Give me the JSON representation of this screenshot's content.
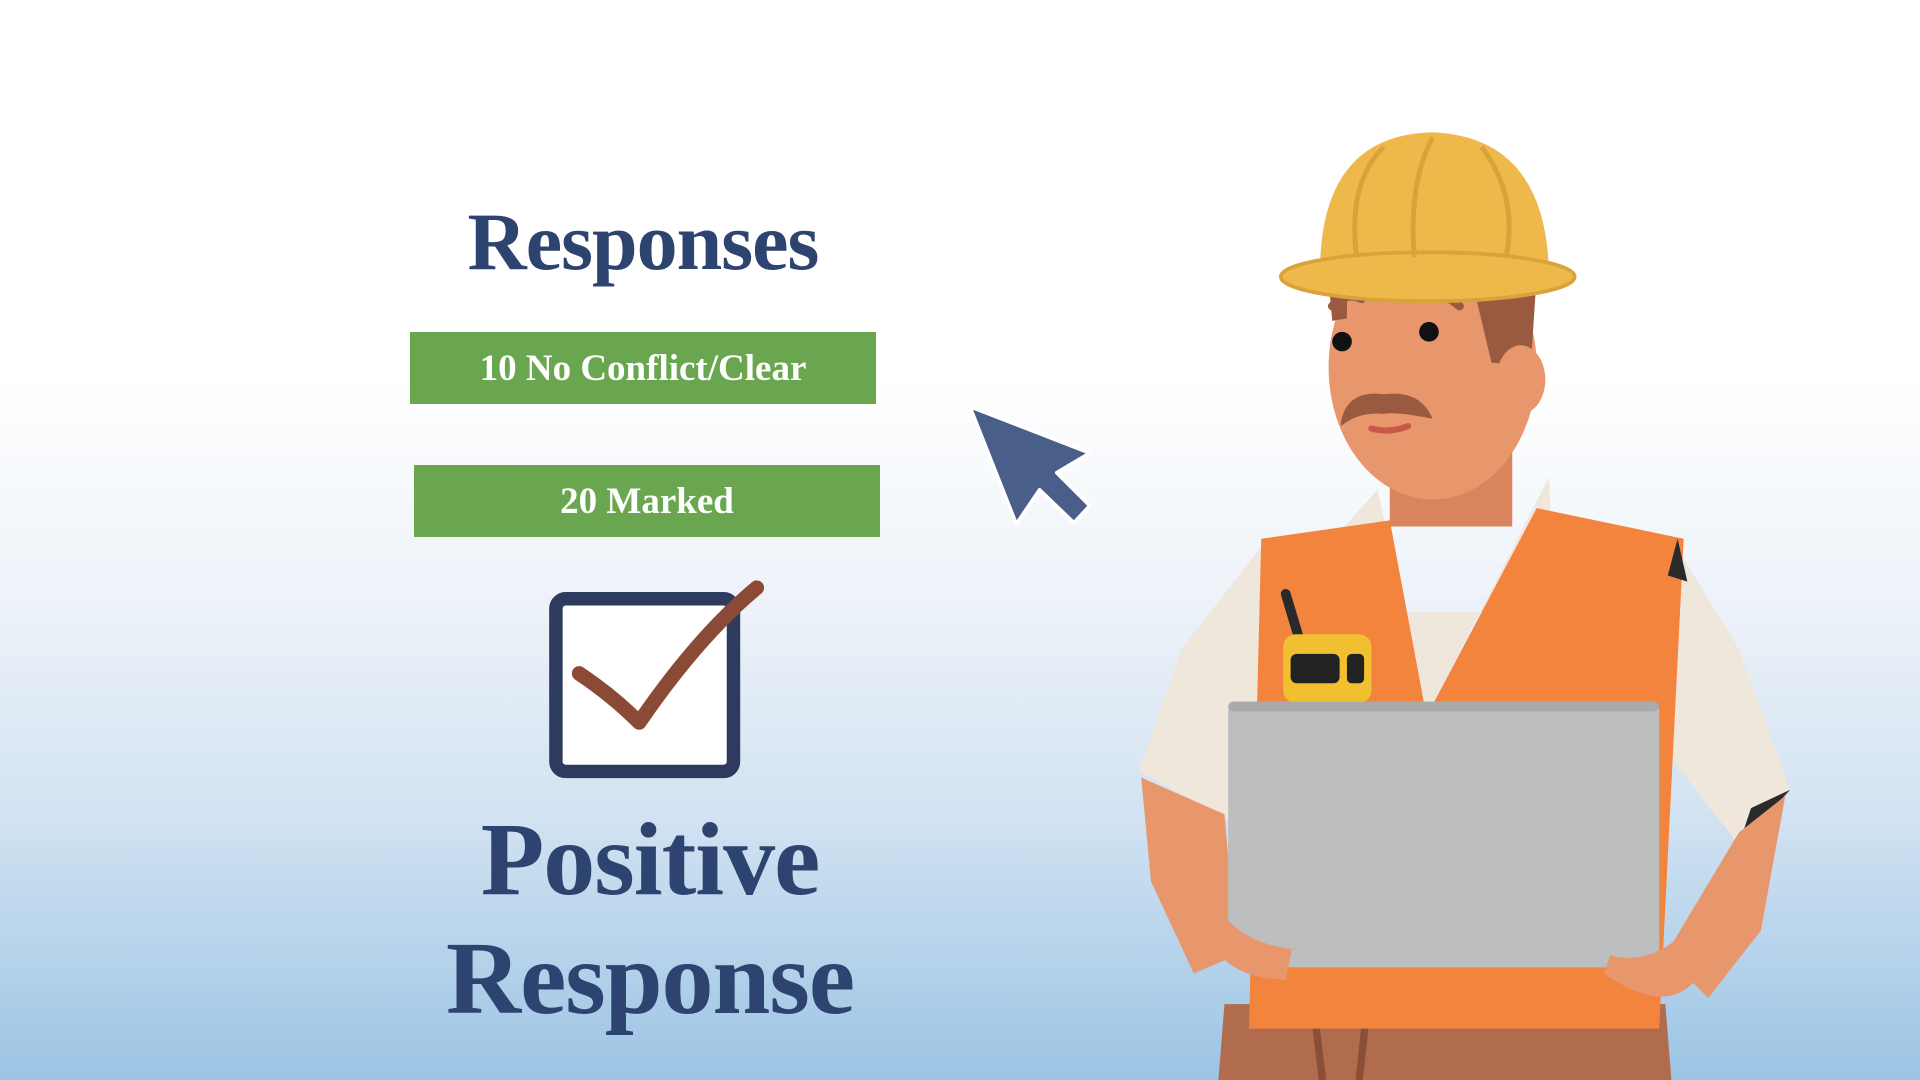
{
  "heading": "Responses",
  "responses": [
    {
      "label": "10 No Conflict/Clear"
    },
    {
      "label": "20 Marked"
    }
  ],
  "result_label": "Positive Response",
  "icons": [
    "checkbox-checked-icon",
    "mouse-pointer-icon"
  ],
  "colors": {
    "heading": "#2d4470",
    "badge": "#6aa650",
    "checkbox_border": "#2e3a5e",
    "checkmark": "#8b4a35",
    "cursor": "#4a5e8a"
  }
}
